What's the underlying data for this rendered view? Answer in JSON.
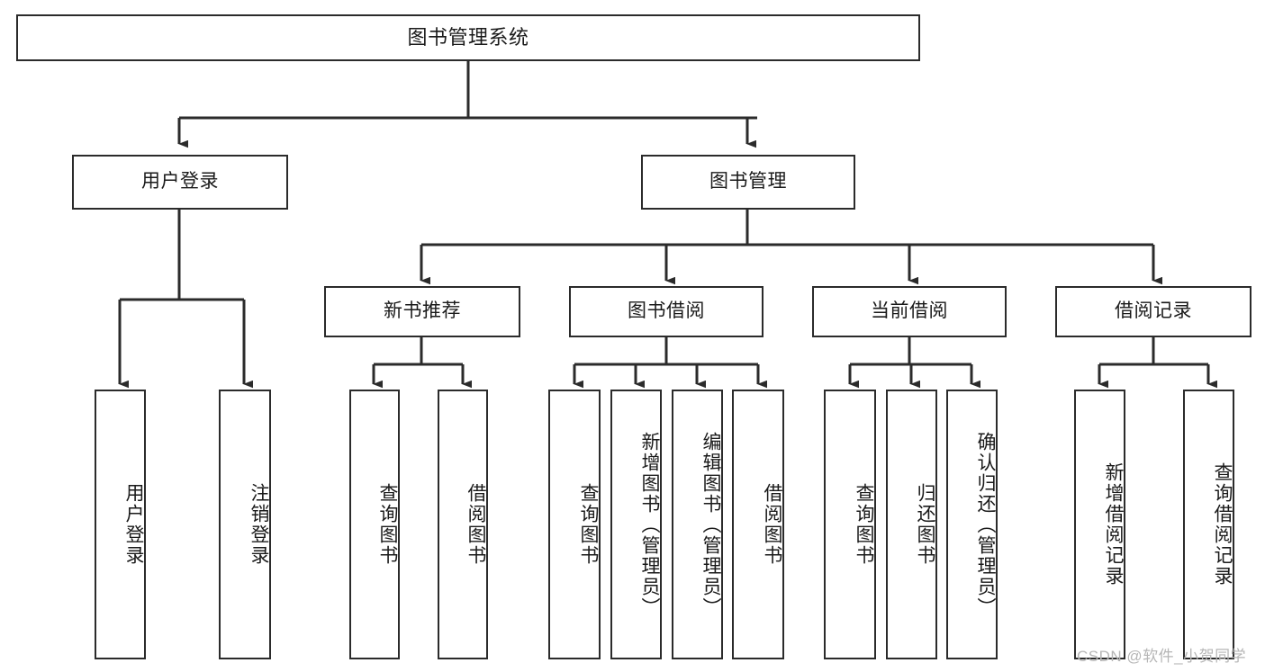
{
  "diagram": {
    "title": "图书管理系统",
    "type": "function-structure-tree",
    "watermark": "CSDN @软件_小贺同学",
    "colors": {
      "stroke": "#2b2b2b",
      "fill": "#ffffff",
      "text": "#1a1a1a",
      "watermark": "#b6b6b6"
    },
    "levels": {
      "root": {
        "label": "图书管理系统"
      },
      "level1": [
        {
          "label": "用户登录"
        },
        {
          "label": "图书管理"
        }
      ],
      "level2": [
        {
          "label": "新书推荐"
        },
        {
          "label": "图书借阅"
        },
        {
          "label": "当前借阅"
        },
        {
          "label": "借阅记录"
        }
      ],
      "leaves": {
        "user_login": [
          {
            "label": "用户登录"
          },
          {
            "label": "注销登录"
          }
        ],
        "new_book_recommend": [
          {
            "label": "查询图书"
          },
          {
            "label": "借阅图书"
          }
        ],
        "book_borrow": [
          {
            "label": "查询图书"
          },
          {
            "label": "新增图书（管理员）"
          },
          {
            "label": "编辑图书（管理员）"
          },
          {
            "label": "借阅图书"
          }
        ],
        "current_borrow": [
          {
            "label": "查询图书"
          },
          {
            "label": "归还图书"
          },
          {
            "label": "确认归还（管理员）"
          }
        ],
        "borrow_record": [
          {
            "label": "新增借阅记录"
          },
          {
            "label": "查询借阅记录"
          }
        ]
      }
    }
  }
}
